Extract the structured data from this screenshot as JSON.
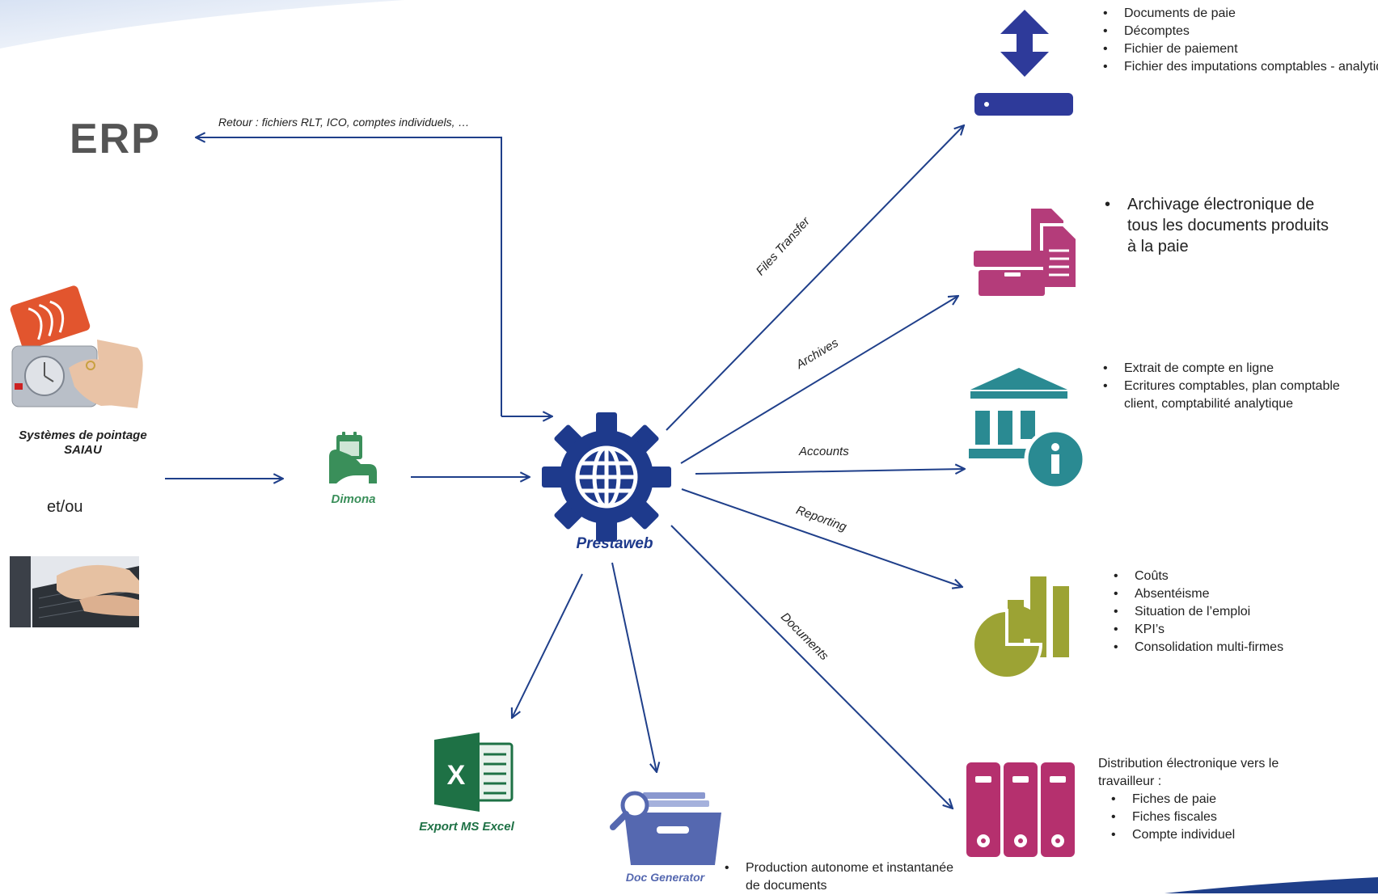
{
  "erp": {
    "label": "ERP"
  },
  "return_label": "Retour : fichiers RLT, ICO, comptes individuels, …",
  "inputs": {
    "pointage_caption_line1": "Systèmes de pointage",
    "pointage_caption_line2": "SAIAU",
    "etou": "et/ou"
  },
  "nodes": {
    "dimona": "Dimona",
    "prestaweb": "Prestaweb",
    "excel": "Export MS Excel",
    "docgen": "Doc Generator"
  },
  "edges": {
    "files_transfer": "Files Transfer",
    "archives": "Archives",
    "accounts": "Accounts",
    "reporting": "Reporting",
    "documents": "Documents"
  },
  "outputs": {
    "transfer": [
      "Documents de paie",
      "Décomptes",
      "Fichier de paiement",
      "Fichier des imputations comptables - analytique"
    ],
    "archives": [
      "Archivage électronique de tous les documents produits à la paie"
    ],
    "accounts": [
      "Extrait de compte en ligne",
      "Ecritures comptables, plan comptable client, comptabilité analytique"
    ],
    "reporting": [
      "Coûts",
      "Absentéisme",
      "Situation de l’emploi",
      "KPI’s",
      "Consolidation multi-firmes"
    ],
    "documents_intro": "Distribution électronique vers le travailleur :",
    "documents": [
      "Fiches de paie",
      "Fiches fiscales",
      "Compte individuel"
    ],
    "docgen": [
      "Production autonome et instantanée de documents"
    ]
  },
  "colors": {
    "arrow": "#1f3f8a",
    "transfer_icon": "#2e3a9a",
    "archive_icon": "#b43c7a",
    "bank_icon": "#2a8a92",
    "report_icon": "#9ca334",
    "binder_icon": "#b5306e",
    "dimona_icon": "#3a8f5a",
    "excel_icon": "#1e7145",
    "docgen_icon": "#5568b0",
    "gear_icon": "#1e3a8c"
  }
}
